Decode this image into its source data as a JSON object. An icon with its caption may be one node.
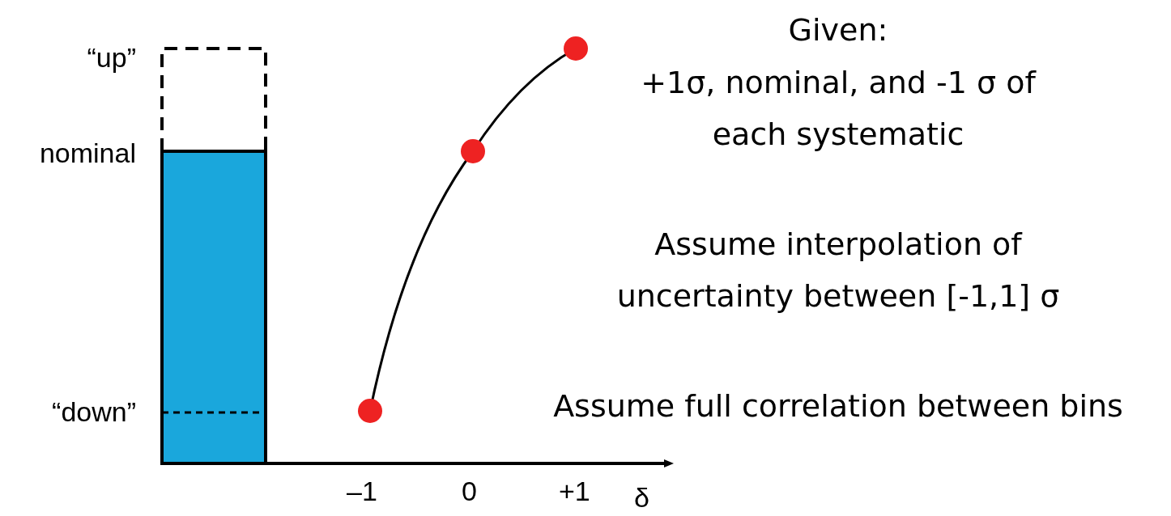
{
  "diagram": {
    "labels": [
      "“up”",
      "nominal",
      "“down”",
      "–1",
      "0",
      "+1",
      "δ",
      "Given:",
      "+1σ, nominal, and -1 σ of each systematic",
      "Assume interpolation of uncertainty between [-1,1] σ",
      "Assume full correlation between bins"
    ]
  }
}
